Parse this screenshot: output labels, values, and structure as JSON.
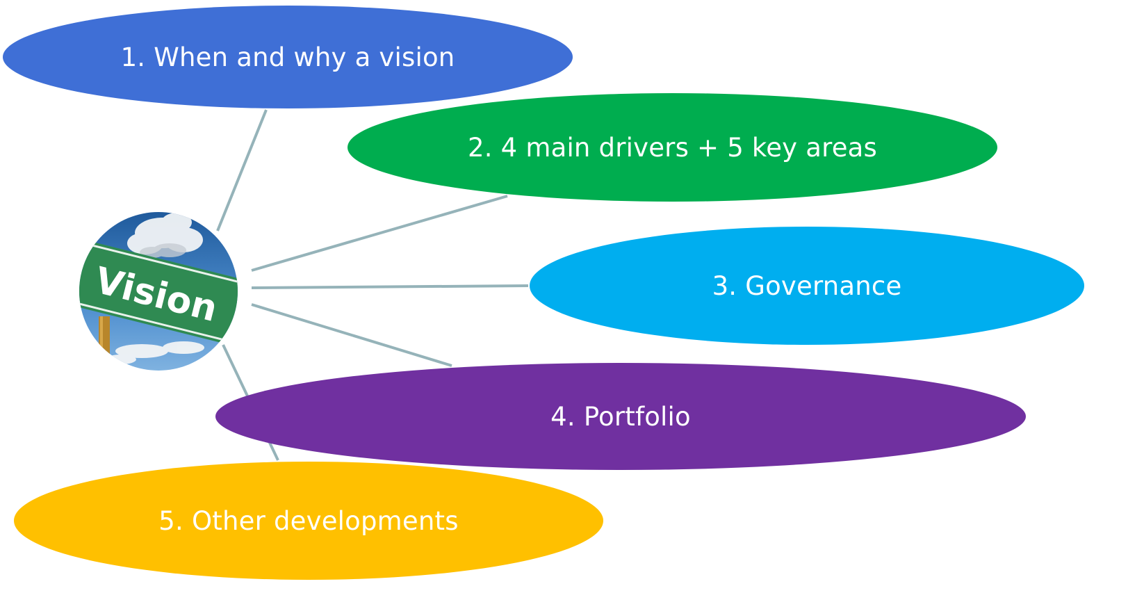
{
  "hub": {
    "sign_text": "Vision",
    "icon": "vision-road-sign"
  },
  "colors": {
    "connector": "#95b3b9",
    "node1": "#3f6fd6",
    "node2": "#00ad4f",
    "node3": "#00aeef",
    "node4": "#7030a0",
    "node5": "#ffc000",
    "sign_green": "#2f8a52",
    "sky": "#3a78b8"
  },
  "nodes": [
    {
      "label": "1. When and why a vision"
    },
    {
      "label": "2. 4 main drivers + 5 key areas"
    },
    {
      "label": "3. Governance"
    },
    {
      "label": "4. Portfolio"
    },
    {
      "label": "5. Other developments"
    }
  ]
}
